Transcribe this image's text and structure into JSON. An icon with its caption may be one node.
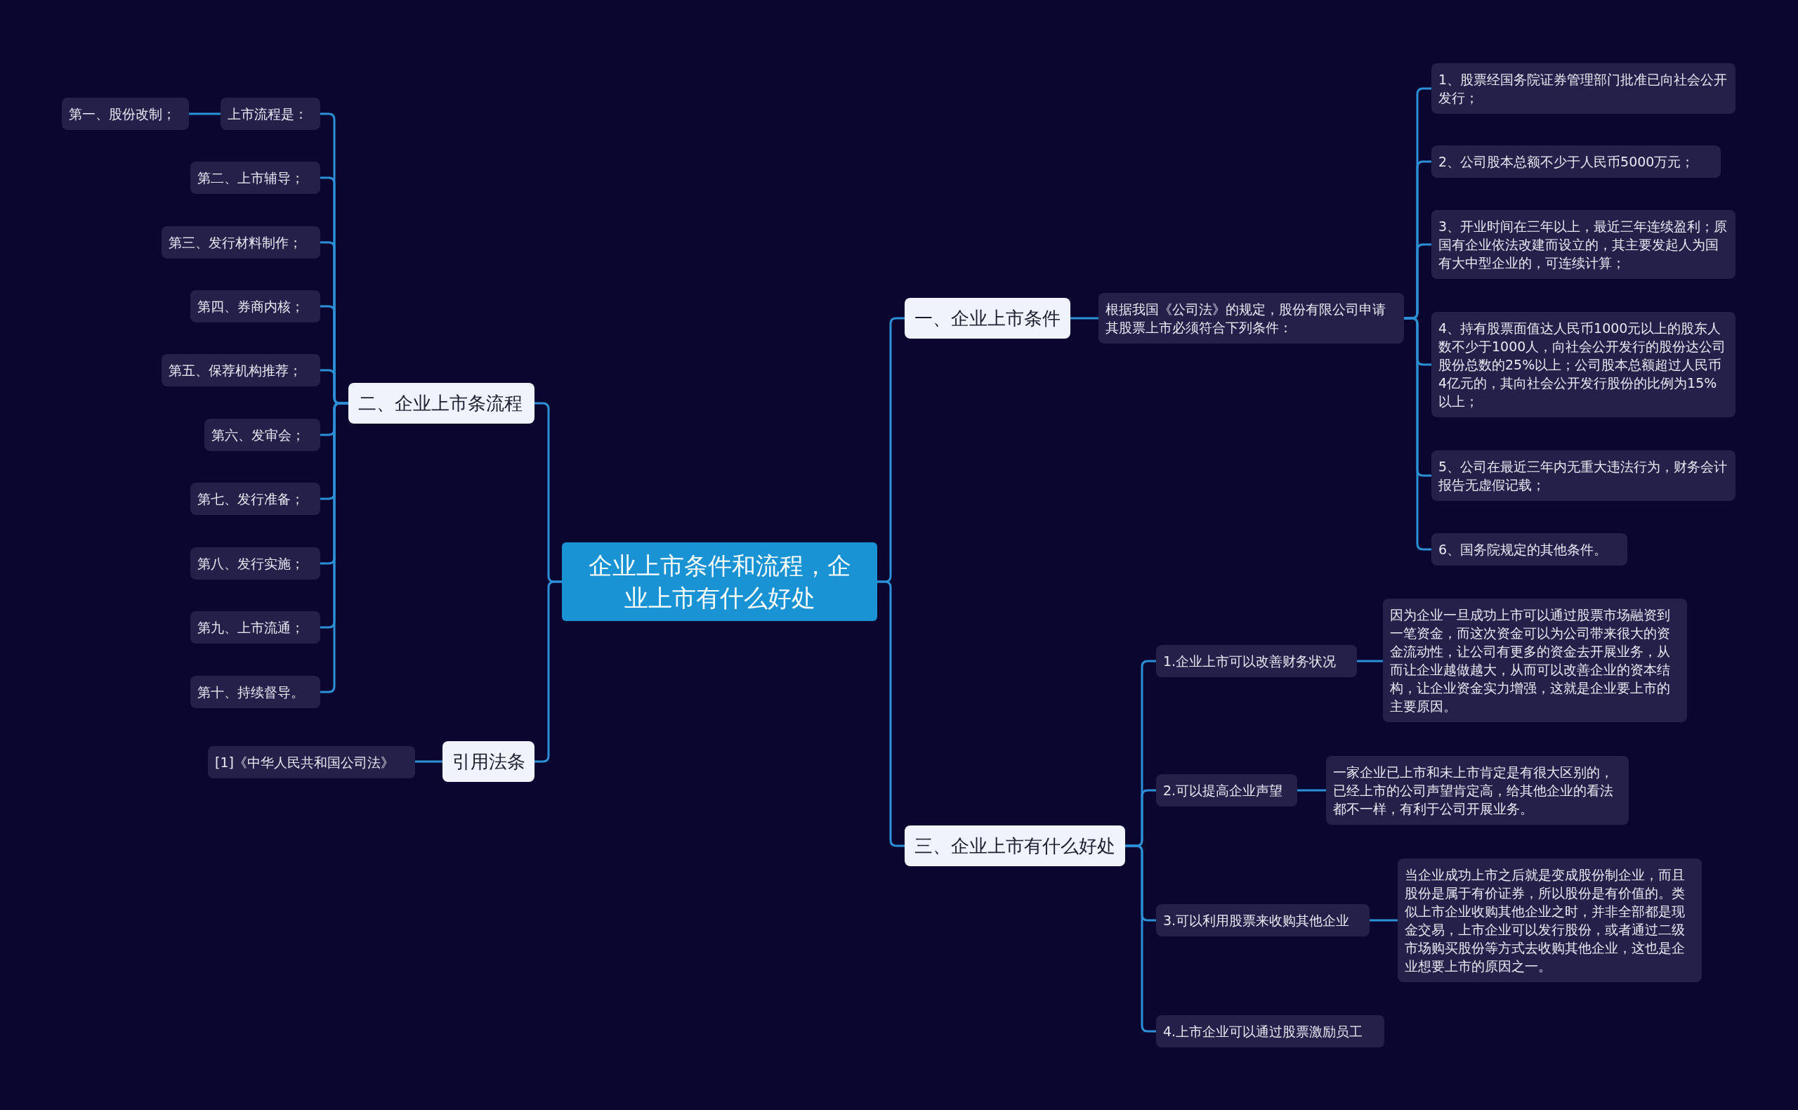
{
  "diagram": {
    "nodes": [
      {
        "text": [
          "企业上市条件和流程，企业上市有什么好处"
        ]
      },
      {
        "text": [
          "一、企业上市条件"
        ]
      },
      {
        "text": [
          "根据我国《公司法》的规定，股份有限公司申请其股票上市必须符合下列条件："
        ]
      },
      {
        "text": [
          "1、股票经国务院证券管理部门批准已向社会公开发行；"
        ]
      },
      {
        "text": [
          "2、公司股本总额不少于人民币5000万元；"
        ]
      },
      {
        "text": [
          "3、开业时间在三年以上，最近三年连续盈利；原国有企业依法改建而设立的，其主要发起人为国有大中型企业的，可连续计算；"
        ]
      },
      {
        "text": [
          "4、持有股票面值达人民币1000元以上的股东人数不少于1000人，向社会公开发行的股份达公司股份总数的25%以上；公司股本总额超过人民币4亿元的，其向社会公开发行股份的比例为15%以上；"
        ]
      },
      {
        "text": [
          "5、公司在最近三年内无重大违法行为，财务会计报告无虚假记载；"
        ]
      },
      {
        "text": [
          "6、国务院规定的其他条件。"
        ]
      },
      {
        "text": [
          "三、企业上市有什么好处"
        ]
      },
      {
        "text": [
          "1.企业上市可以改善财务状况"
        ]
      },
      {
        "text": [
          "因为企业一旦成功上市可以通过股票市场融资到一笔资金，而这次资金可以为公司带来很大的资金流动性，让公司有更多的资金去开展业务，从而让企业越做越大，从而可以改善企业的资本结构，让企业资金实力增强，这就是企业要上市的主要原因。"
        ]
      },
      {
        "text": [
          "2.可以提高企业声望"
        ]
      },
      {
        "text": [
          "一家企业已上市和未上市肯定是有很大区别的，已经上市的公司声望肯定高，给其他企业的看法都不一样，有利于公司开展业务。"
        ]
      },
      {
        "text": [
          "3.可以利用股票来收购其他企业"
        ]
      },
      {
        "text": [
          "当企业成功上市之后就是变成股份制企业，而且股份是属于有价证券，所以股份是有价值的。类似上市企业收购其他企业之时，并非全部都是现金交易，上市企业可以发行股份，或者通过二级市场购买股份等方式去收购其他企业，这也是企业想要上市的原因之一。"
        ]
      },
      {
        "text": [
          "4.上市企业可以通过股票激励员工"
        ]
      },
      {
        "text": [
          "二、企业上市条流程"
        ]
      },
      {
        "text": [
          "上市流程是："
        ]
      },
      {
        "text": [
          "第一、股份改制；"
        ]
      },
      {
        "text": [
          "第二、上市辅导；"
        ]
      },
      {
        "text": [
          "第三、发行材料制作；"
        ]
      },
      {
        "text": [
          "第四、券商内核；"
        ]
      },
      {
        "text": [
          "第五、保荐机构推荐；"
        ]
      },
      {
        "text": [
          "第六、发审会；"
        ]
      },
      {
        "text": [
          "第七、发行准备；"
        ]
      },
      {
        "text": [
          "第八、发行实施；"
        ]
      },
      {
        "text": [
          "第九、上市流通；"
        ]
      },
      {
        "text": [
          "第十、持续督导。"
        ]
      },
      {
        "text": [
          "引用法条"
        ]
      },
      {
        "text": [
          "[1]《中华人民共和国公司法》"
        ]
      }
    ],
    "edges": [
      {
        "from": 0,
        "to": 1,
        "arrow": "none"
      },
      {
        "from": 1,
        "to": 2,
        "arrow": "none"
      },
      {
        "from": 2,
        "to": 3,
        "arrow": "none"
      },
      {
        "from": 2,
        "to": 4,
        "arrow": "none"
      },
      {
        "from": 2,
        "to": 5,
        "arrow": "none"
      },
      {
        "from": 2,
        "to": 6,
        "arrow": "none"
      },
      {
        "from": 2,
        "to": 7,
        "arrow": "none"
      },
      {
        "from": 2,
        "to": 8,
        "arrow": "none"
      },
      {
        "from": 0,
        "to": 9,
        "arrow": "none"
      },
      {
        "from": 9,
        "to": 10,
        "arrow": "none"
      },
      {
        "from": 10,
        "to": 11,
        "arrow": "none"
      },
      {
        "from": 9,
        "to": 12,
        "arrow": "none"
      },
      {
        "from": 12,
        "to": 13,
        "arrow": "none"
      },
      {
        "from": 9,
        "to": 14,
        "arrow": "none"
      },
      {
        "from": 14,
        "to": 15,
        "arrow": "none"
      },
      {
        "from": 9,
        "to": 16,
        "arrow": "none"
      },
      {
        "from": 0,
        "to": 17,
        "arrow": "none"
      },
      {
        "from": 17,
        "to": 18,
        "arrow": "none"
      },
      {
        "from": 18,
        "to": 19,
        "arrow": "none"
      },
      {
        "from": 17,
        "to": 20,
        "arrow": "none"
      },
      {
        "from": 17,
        "to": 21,
        "arrow": "none"
      },
      {
        "from": 17,
        "to": 22,
        "arrow": "none"
      },
      {
        "from": 17,
        "to": 23,
        "arrow": "none"
      },
      {
        "from": 17,
        "to": 24,
        "arrow": "none"
      },
      {
        "from": 17,
        "to": 25,
        "arrow": "none"
      },
      {
        "from": 17,
        "to": 26,
        "arrow": "none"
      },
      {
        "from": 17,
        "to": 27,
        "arrow": "none"
      },
      {
        "from": 17,
        "to": 28,
        "arrow": "none"
      },
      {
        "from": 0,
        "to": 29,
        "arrow": "none"
      },
      {
        "from": 29,
        "to": 30,
        "arrow": "none"
      }
    ]
  }
}
